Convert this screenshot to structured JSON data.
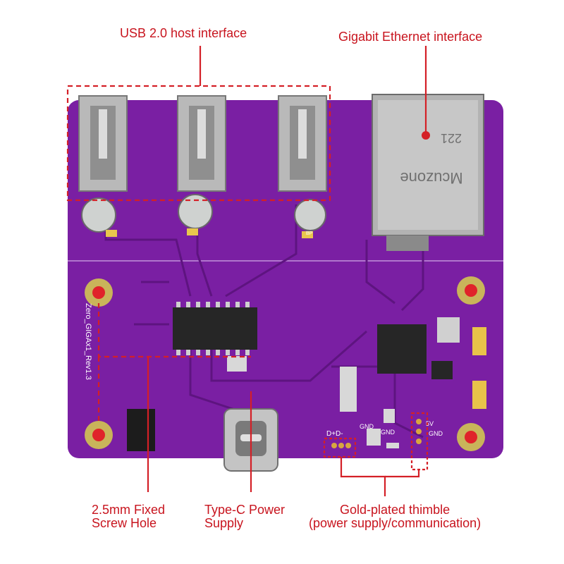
{
  "labels": {
    "usb": "USB 2.0 host interface",
    "ethernet": "Gigabit Ethernet interface",
    "screw_hole": "2.5mm Fixed\nScrew Hole",
    "typec": "Type-C Power\nSupply",
    "thimble": "Gold-plated thimble\n(power supply/communication)"
  },
  "silkscreen": {
    "board_name": "Zero_GIGAx1_Rev1.3",
    "rj45_brand": "Mcuzone",
    "rj45_code": "221",
    "usb_pins": "D+D-",
    "gnd_left": "GND",
    "gnd_mid": "GND",
    "five_v": "5V",
    "gnd_right": "GND",
    "cap_mark": "BP"
  },
  "colors": {
    "pcb": "#7a1fa3",
    "pcb_dark": "#5e1480",
    "annotation": "#d42027",
    "metal": "#b9b9b9",
    "gold": "#d8a640",
    "background": "#ffffff"
  }
}
